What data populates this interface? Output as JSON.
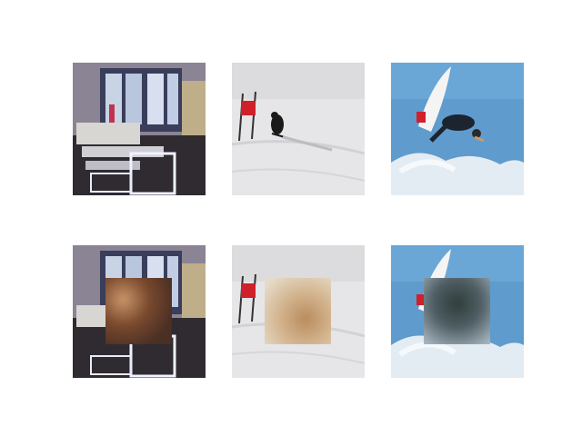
{
  "figure": {
    "rows": [
      {
        "role": "original",
        "tiles": [
          {
            "subject": "office-interior-with-chairs-and-windows"
          },
          {
            "subject": "skier-passing-red-slalom-gate"
          },
          {
            "subject": "surfer-on-wave-against-blue-sky"
          }
        ]
      },
      {
        "role": "center-masked-blurred",
        "tiles": [
          {
            "subject": "office-interior-with-chairs-and-windows"
          },
          {
            "subject": "skier-passing-red-slalom-gate"
          },
          {
            "subject": "surfer-on-wave-against-blue-sky"
          }
        ]
      }
    ]
  },
  "colors": {
    "background": "#ffffff",
    "office_wall": "#8a8494",
    "office_window": "#c9d3e6",
    "snow": "#e6e6e8",
    "gate_red": "#d0202a",
    "sky_blue": "#5f9bcc",
    "spray": "#e3ecf3",
    "patch_office": "#7a4a2e",
    "patch_snow": "#cfae86",
    "patch_sky": "#4f5e64"
  }
}
